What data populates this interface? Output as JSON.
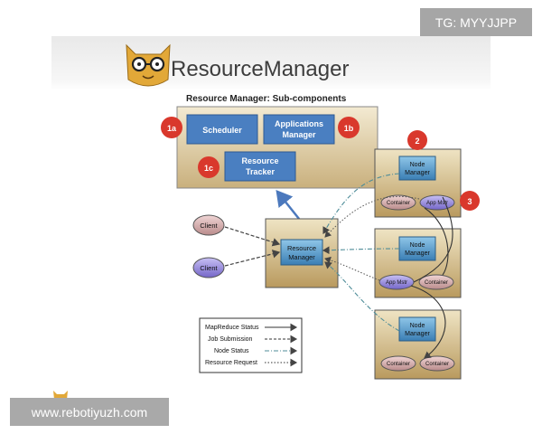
{
  "slide": {
    "title": "ResourceManager",
    "subcomponents_heading": "Resource Manager: Sub-components"
  },
  "subcomponents": [
    {
      "marker": "1a",
      "label": [
        "Scheduler"
      ]
    },
    {
      "marker": "1b",
      "label": [
        "Applications",
        "Manager"
      ]
    },
    {
      "marker": "1c",
      "label": [
        "Resource",
        "Tracker"
      ]
    }
  ],
  "clients": [
    "Client",
    "Client"
  ],
  "resource_manager": {
    "label": [
      "Resource",
      "Manager"
    ]
  },
  "nodes": [
    {
      "marker": "2",
      "label": [
        "Node",
        "Manager"
      ],
      "pills": [
        "Container",
        "App Mstr"
      ]
    },
    {
      "label": [
        "Node",
        "Manager"
      ],
      "pills": [
        "App Mstr",
        "Container"
      ]
    },
    {
      "label": [
        "Node",
        "Manager"
      ],
      "pills": [
        "Container",
        "Container"
      ]
    }
  ],
  "marker_3": "3",
  "legend": [
    "MapReduce Status",
    "Job Submission",
    "Node Status",
    "Resource Request"
  ],
  "overlays": {
    "tg": "TG: MYYJJPP",
    "url": "www.rebotiyuzh.com"
  },
  "colors": {
    "blue_box": "#4a7fc1",
    "marker_red": "#d9382c",
    "container_pill": "#d8b2b2",
    "appmstr_pill": "#9a8fe0",
    "node_fill": "#cbb990"
  }
}
